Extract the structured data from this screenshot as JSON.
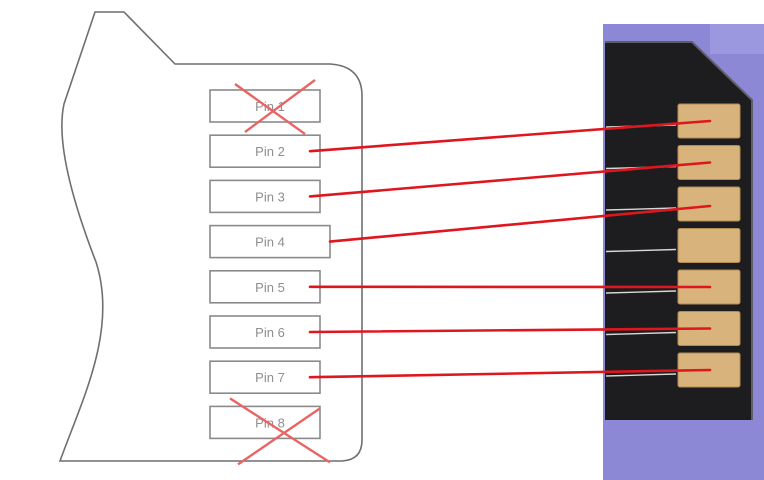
{
  "pins": [
    {
      "label": "Pin 1",
      "crossed": true
    },
    {
      "label": "Pin 2",
      "crossed": false
    },
    {
      "label": "Pin 3",
      "crossed": false
    },
    {
      "label": "Pin 4",
      "crossed": false
    },
    {
      "label": "Pin 5",
      "crossed": false
    },
    {
      "label": "Pin 6",
      "crossed": false
    },
    {
      "label": "Pin 7",
      "crossed": false
    },
    {
      "label": "Pin 8",
      "crossed": true
    }
  ],
  "colors": {
    "wire": "#e0161f",
    "cross": "#e96565",
    "outline": "#6f6f6f",
    "box": "#8a8a8a",
    "card_body": "#1d1d1f",
    "card_frame": "#8c88d6",
    "contact": "#d8b47c"
  }
}
